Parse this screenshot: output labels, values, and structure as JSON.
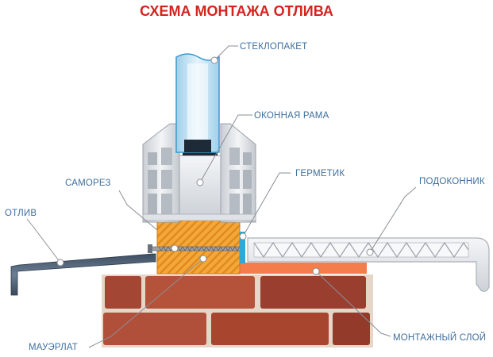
{
  "title": "СХЕМА МОНТАЖА ОТЛИВА",
  "labels": {
    "glass_unit": "СТЕКЛОПАКЕТ",
    "window_frame": "ОКОННАЯ РАМА",
    "sealant": "ГЕРМЕТИК",
    "screw": "САМОРЕЗ",
    "sill_board": "ПОДОКОННИК",
    "drip_sill": "ОТЛИВ",
    "wall_plate": "МАУЭРЛАТ",
    "mounting_layer": "МОНТАЖНЫЙ СЛОЙ"
  },
  "colors": {
    "title": "#d6231f",
    "label": "#3f6f9c",
    "leader": "#8a8f96",
    "brick": "#a64a36",
    "mortar": "#e6d6c7",
    "timber": "#f0a234",
    "drip_sill": "#4c5d72",
    "pvc": "#e8eaed",
    "glass": "#8fc7e6",
    "mounting_layer": "#f47d4b",
    "sealant": "#2fa7d8"
  }
}
